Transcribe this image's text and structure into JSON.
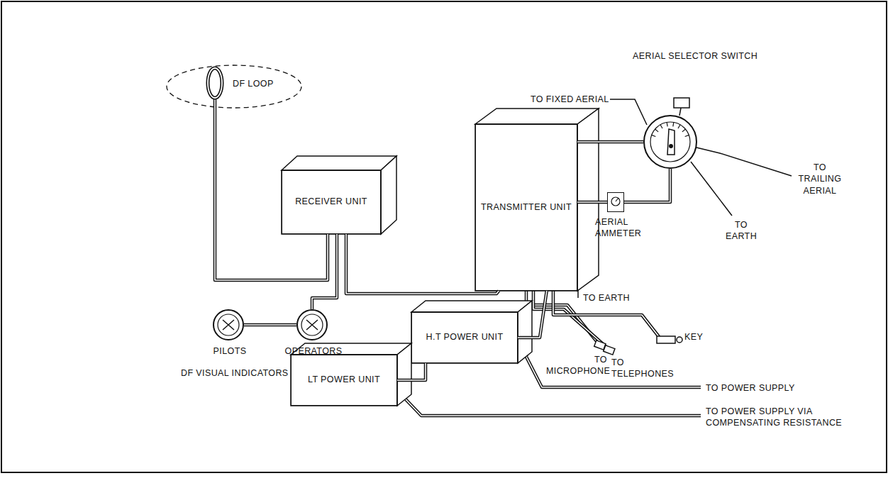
{
  "diagram": {
    "nodes": [
      {
        "text": [
          "RECEIVER UNIT"
        ]
      },
      {
        "text": [
          "TRANSMITTER UNIT"
        ]
      },
      {
        "text": [
          "H.T POWER UNIT"
        ]
      },
      {
        "text": [
          "LT POWER UNIT"
        ]
      },
      {
        "text": [
          "PILOTS"
        ]
      },
      {
        "text": [
          "OPERATORS"
        ]
      },
      {
        "text": [
          "DF LOOP"
        ]
      },
      {
        "text": [
          "AERIAL SELECTOR SWITCH"
        ]
      },
      {
        "text": [
          "AERIAL AMMETER"
        ]
      }
    ],
    "edges": [
      {
        "from": 6,
        "to": 0,
        "arrow": "none"
      },
      {
        "from": 0,
        "to": 1,
        "arrow": "none"
      },
      {
        "from": 0,
        "to": 5,
        "arrow": "none"
      },
      {
        "from": 5,
        "to": 4,
        "arrow": "none"
      },
      {
        "from": 1,
        "to": 2,
        "arrow": "none"
      },
      {
        "from": 2,
        "to": 3,
        "arrow": "none"
      },
      {
        "from": 1,
        "to": 8,
        "arrow": "none"
      },
      {
        "from": 8,
        "to": 7,
        "arrow": "none"
      },
      {
        "from": 1,
        "to": 7,
        "arrow": "none"
      }
    ],
    "labels": [
      "TO FIXED AERIAL",
      "TO TRAILING AERIAL",
      "TO EARTH",
      "TO EARTH",
      "TO MICROPHONE",
      "TO TELEPHONES",
      "KEY",
      "TO POWER SUPPLY",
      "TO POWER SUPPLY VIA COMPENSATING RESISTANCE",
      "DF VISUAL INDICATORS"
    ]
  }
}
